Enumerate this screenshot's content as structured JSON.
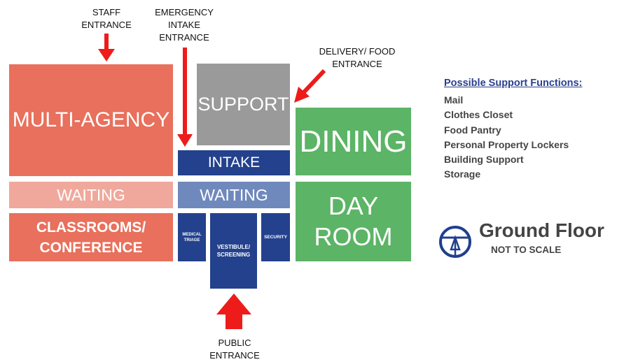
{
  "entrances": {
    "staff": "STAFF\nENTRANCE",
    "emergency": "EMERGENCY\nINTAKE\nENTRANCE",
    "delivery": "DELIVERY/ FOOD\nENTRANCE",
    "public": "PUBLIC\nENTRANCE"
  },
  "rooms": {
    "multi_agency": "MULTI-AGENCY",
    "waiting_left": "WAITING",
    "classrooms": "CLASSROOMS/\nCONFERENCE",
    "support": "SUPPORT",
    "intake": "INTAKE",
    "waiting_center": "WAITING",
    "medical_triage": "MEDICAL\nTRIAGE",
    "vestibule": "VESTIBULE/\nSCREENING",
    "security": "SECURITY",
    "dining": "DINING",
    "day_room": "DAY\nROOM"
  },
  "support_functions": {
    "title": "Possible Support Functions:",
    "items": [
      "Mail",
      "Clothes Closet",
      "Food Pantry",
      "Personal Property Lockers",
      "Building Support",
      "Storage"
    ]
  },
  "legend": {
    "title": "Ground Floor",
    "subtitle": "NOT TO SCALE",
    "icon": "compass-icon"
  },
  "colors": {
    "coral": "#e8705c",
    "light_coral": "#f0a89c",
    "gray": "#9a9a9a",
    "navy": "#23418d",
    "slate_blue": "#7089bd",
    "green": "#5cb466",
    "arrow_red": "#ee1b1b",
    "compass_blue": "#1f3f8f"
  }
}
